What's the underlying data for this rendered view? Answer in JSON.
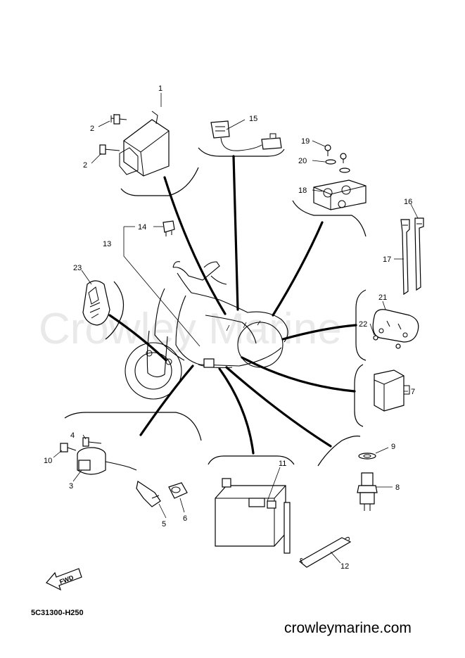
{
  "watermark": "Crowley Marine",
  "diagram_code": "5C31300-H250",
  "site": "crowleymarine.com",
  "fwd_label": "FWD",
  "callouts": {
    "c1": "1",
    "c2a": "2",
    "c2b": "2",
    "c3": "3",
    "c4": "4",
    "c5": "5",
    "c6": "6",
    "c7": "7",
    "c8": "8",
    "c9": "9",
    "c10": "10",
    "c11": "11",
    "c12": "12",
    "c13": "13",
    "c14": "14",
    "c15": "15",
    "c16": "16",
    "c17": "17",
    "c18": "18",
    "c19": "19",
    "c20": "20",
    "c21": "21",
    "c22": "22",
    "c23": "23"
  }
}
